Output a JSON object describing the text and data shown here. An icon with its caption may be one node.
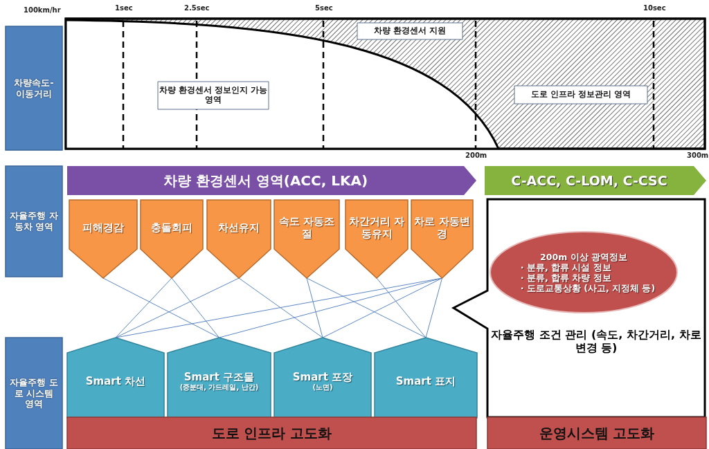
{
  "diagram": {
    "nodes": [
      {
        "text": [
          "차량속도-이동거리"
        ]
      },
      {
        "text": [
          "차량 환경센서 정보인지 가능 영역"
        ]
      },
      {
        "text": [
          "차량 환경센서 지원"
        ]
      },
      {
        "text": [
          "도로 인프라 정보관리 영역"
        ]
      },
      {
        "text": [
          "자율주행 자동차 영역"
        ]
      },
      {
        "text": [
          "차량 환경센서 영역(ACC, LKA)"
        ]
      },
      {
        "text": [
          "C-ACC, C-LOM, C-CSC"
        ]
      },
      {
        "text": [
          "피해경감"
        ]
      },
      {
        "text": [
          "충돌회피"
        ]
      },
      {
        "text": [
          "차선유지"
        ]
      },
      {
        "text": [
          "속도 자동조절"
        ]
      },
      {
        "text": [
          "차간거리 자동유지"
        ]
      },
      {
        "text": [
          "차로 자동변경"
        ]
      },
      {
        "text": [
          "자율주행 도로 시스템 영역"
        ]
      },
      {
        "text": [
          "Smart 차선"
        ]
      },
      {
        "text": [
          "Smart 구조물",
          "(중분대, 가드레일, 난간)"
        ]
      },
      {
        "text": [
          "Smart 포장",
          "(노면)"
        ]
      },
      {
        "text": [
          "Smart 표지"
        ]
      },
      {
        "text": [
          "자율주행 조건 관리 (속도, 차간거리, 차로변경 등)"
        ]
      },
      {
        "text": [
          "200m 이상 광역정보",
          "· 분류, 합류 시설 정보",
          "· 분류, 합류 차량 정보",
          "· 도로교통상황 (사고, 지정체 등)"
        ],
        "in": 18
      },
      {
        "text": [
          "도로 인프라 고도화"
        ]
      },
      {
        "text": [
          "운영시스템 고도화"
        ]
      }
    ],
    "edges": [
      {
        "from": 7,
        "to": 15,
        "arrow": "none"
      },
      {
        "from": 8,
        "to": 14,
        "arrow": "none"
      },
      {
        "from": 8,
        "to": 15,
        "arrow": "none"
      },
      {
        "from": 9,
        "to": 14,
        "arrow": "none"
      },
      {
        "from": 9,
        "to": 16,
        "arrow": "none"
      },
      {
        "from": 10,
        "to": 16,
        "arrow": "none"
      },
      {
        "from": 10,
        "to": 17,
        "arrow": "none"
      },
      {
        "from": 11,
        "to": 17,
        "arrow": "none"
      },
      {
        "from": 12,
        "to": 14,
        "arrow": "none"
      },
      {
        "from": 12,
        "to": 15,
        "arrow": "none"
      },
      {
        "from": 12,
        "to": 16,
        "arrow": "none"
      },
      {
        "from": 12,
        "to": 17,
        "arrow": "none"
      }
    ],
    "labels": [
      "100km/hr",
      "1sec",
      "2.5sec",
      "5sec",
      "10sec",
      "200m",
      "300m"
    ]
  }
}
